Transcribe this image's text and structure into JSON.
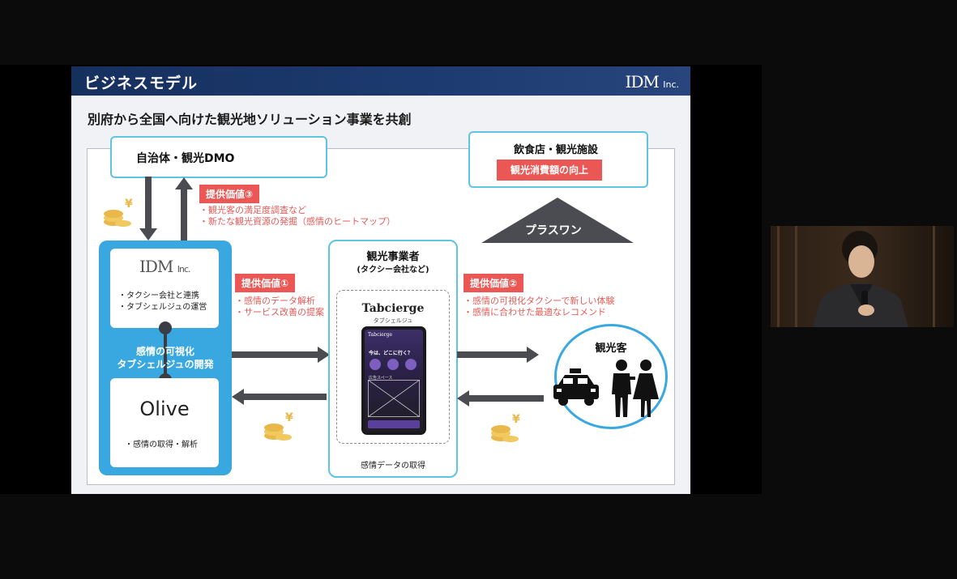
{
  "slide": {
    "title": "ビジネスモデル",
    "logo": "IDM",
    "logo_suffix": "Inc.",
    "subtitle": "別府から全国へ向けた観光地ソリューション事業を共創"
  },
  "diagram": {
    "municipality": {
      "label": "自治体・観光DMO"
    },
    "restaurants": {
      "label": "飲食店・観光施設",
      "badge": "観光消費額の向上"
    },
    "plus_one": "プラスワン",
    "value3": {
      "tag": "提供価値③",
      "line1": "・観光客の満足度調査など",
      "line2": "・新たな観光資源の発掘（感情のヒートマップ）"
    },
    "value1": {
      "tag": "提供価値①",
      "line1": "・感情のデータ解析",
      "line2": "・サービス改善の提案"
    },
    "value2": {
      "tag": "提供価値②",
      "line1": "・感情の可視化タクシーで新しい体験",
      "line2": "・感情に合わせた最適なレコメンド"
    },
    "idm": {
      "logo": "IDM",
      "logo_suffix": "Inc.",
      "line1": "・タクシー会社と連携",
      "line2": "・タブシェルジュの運営",
      "dev_line1": "感情の可視化",
      "dev_line2": "タブシェルジュの開発",
      "olive": "Olive",
      "olive_line": "・感情の取得・解析"
    },
    "operator": {
      "title": "観光事業者",
      "sub": "(タクシー会社など)",
      "brand": "Tabcierge",
      "brand_kana": "タブシェルジュ",
      "caption": "感情データの取得",
      "phone_brand": "Tabcierge",
      "phone_question": "今は、どこに行く？",
      "phone_label": "広告スペース"
    },
    "tourist": {
      "label": "観光客"
    },
    "yen": "¥"
  },
  "colors": {
    "accent": "#3aa8e0",
    "red": "#ea5754",
    "navy": "#16305e"
  }
}
